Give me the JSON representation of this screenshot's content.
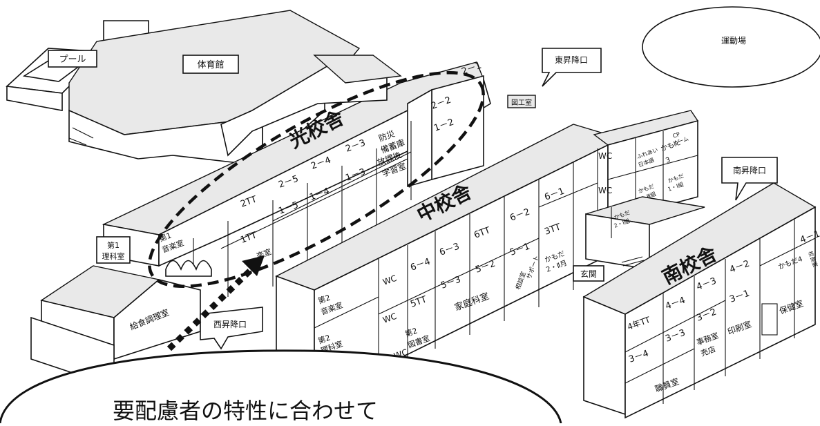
{
  "buildings": {
    "hikari": "光校舎",
    "naka": "中校舎",
    "minami": "南校舎"
  },
  "facilities": {
    "pool": "プール",
    "gym": "体育館",
    "ground": "運動場",
    "east_exit": "東昇降口",
    "south_exit": "南昇降口",
    "west_exit": "西昇降口",
    "kitchen": "給食調理室",
    "science1": "第1\n理科室",
    "entrance": "玄関",
    "craft_room": "図工室"
  },
  "rooms": {
    "hikari": [
      "2－1",
      "2－2",
      "1－2",
      "防災\n備蓄庫",
      "放課後\n学習室",
      "2－3",
      "1－3",
      "2－4",
      "2－5",
      "1－4",
      "1－5",
      "2TT",
      "1TT",
      "第1\n音楽室",
      "音楽室"
    ],
    "naka": [
      "6－1",
      "3TT",
      "6－2",
      "6TT",
      "5－1",
      "6－3",
      "5－2",
      "6－4",
      "5－3",
      "WC",
      "5TT",
      "家庭科室",
      "相談室",
      "サポート",
      "かもだ\n2・Ⅱ月",
      "第2\n音楽室",
      "第2\n理科室",
      "第2\n図書室",
      "WC",
      "WC",
      "WC",
      "WC"
    ],
    "east_wing": [
      "ふれあい\n日本語",
      "かもだ\n3",
      "CP\nルーム",
      "かもだ\n1・Ⅰ組",
      "かもだ\n3・Ⅲ組",
      "かもだ\n2・Ⅰ組"
    ],
    "minami": [
      "4－1",
      "校長室",
      "かもだ4",
      "4－2",
      "4－3",
      "4－4",
      "4年TT",
      "3－1",
      "3－2",
      "3－3",
      "3－4",
      "保健室",
      "印刷室",
      "事務室\n売店",
      "職員室"
    ]
  },
  "callout": {
    "text": "要配慮者の特性に合わせて"
  },
  "colors": {
    "line": "#111111",
    "roof": "#e9e9e9",
    "wall": "#ffffff"
  }
}
